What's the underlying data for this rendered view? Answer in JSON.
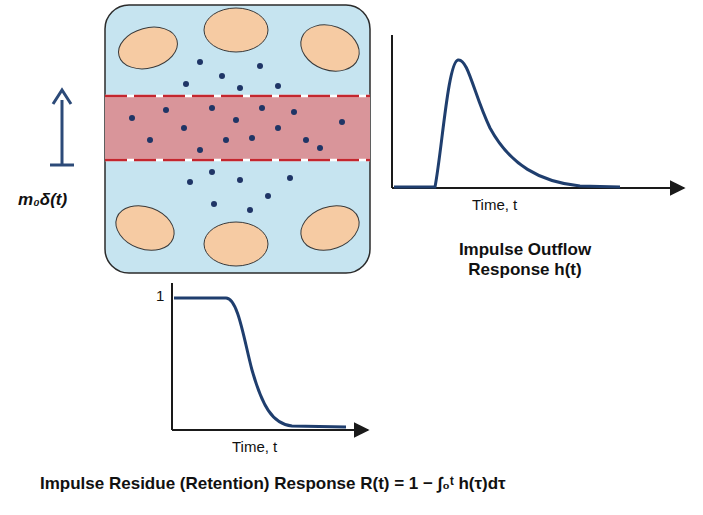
{
  "diagram": {
    "labels": [
      "m₀δ(t)",
      "Time, t",
      "Impulse Outflow Response h(t)",
      "1",
      "Time, t",
      "Impulse Residue (Retention) Response R(t) = 1 − ∫₀ᵗ h(τ)dτ"
    ]
  }
}
